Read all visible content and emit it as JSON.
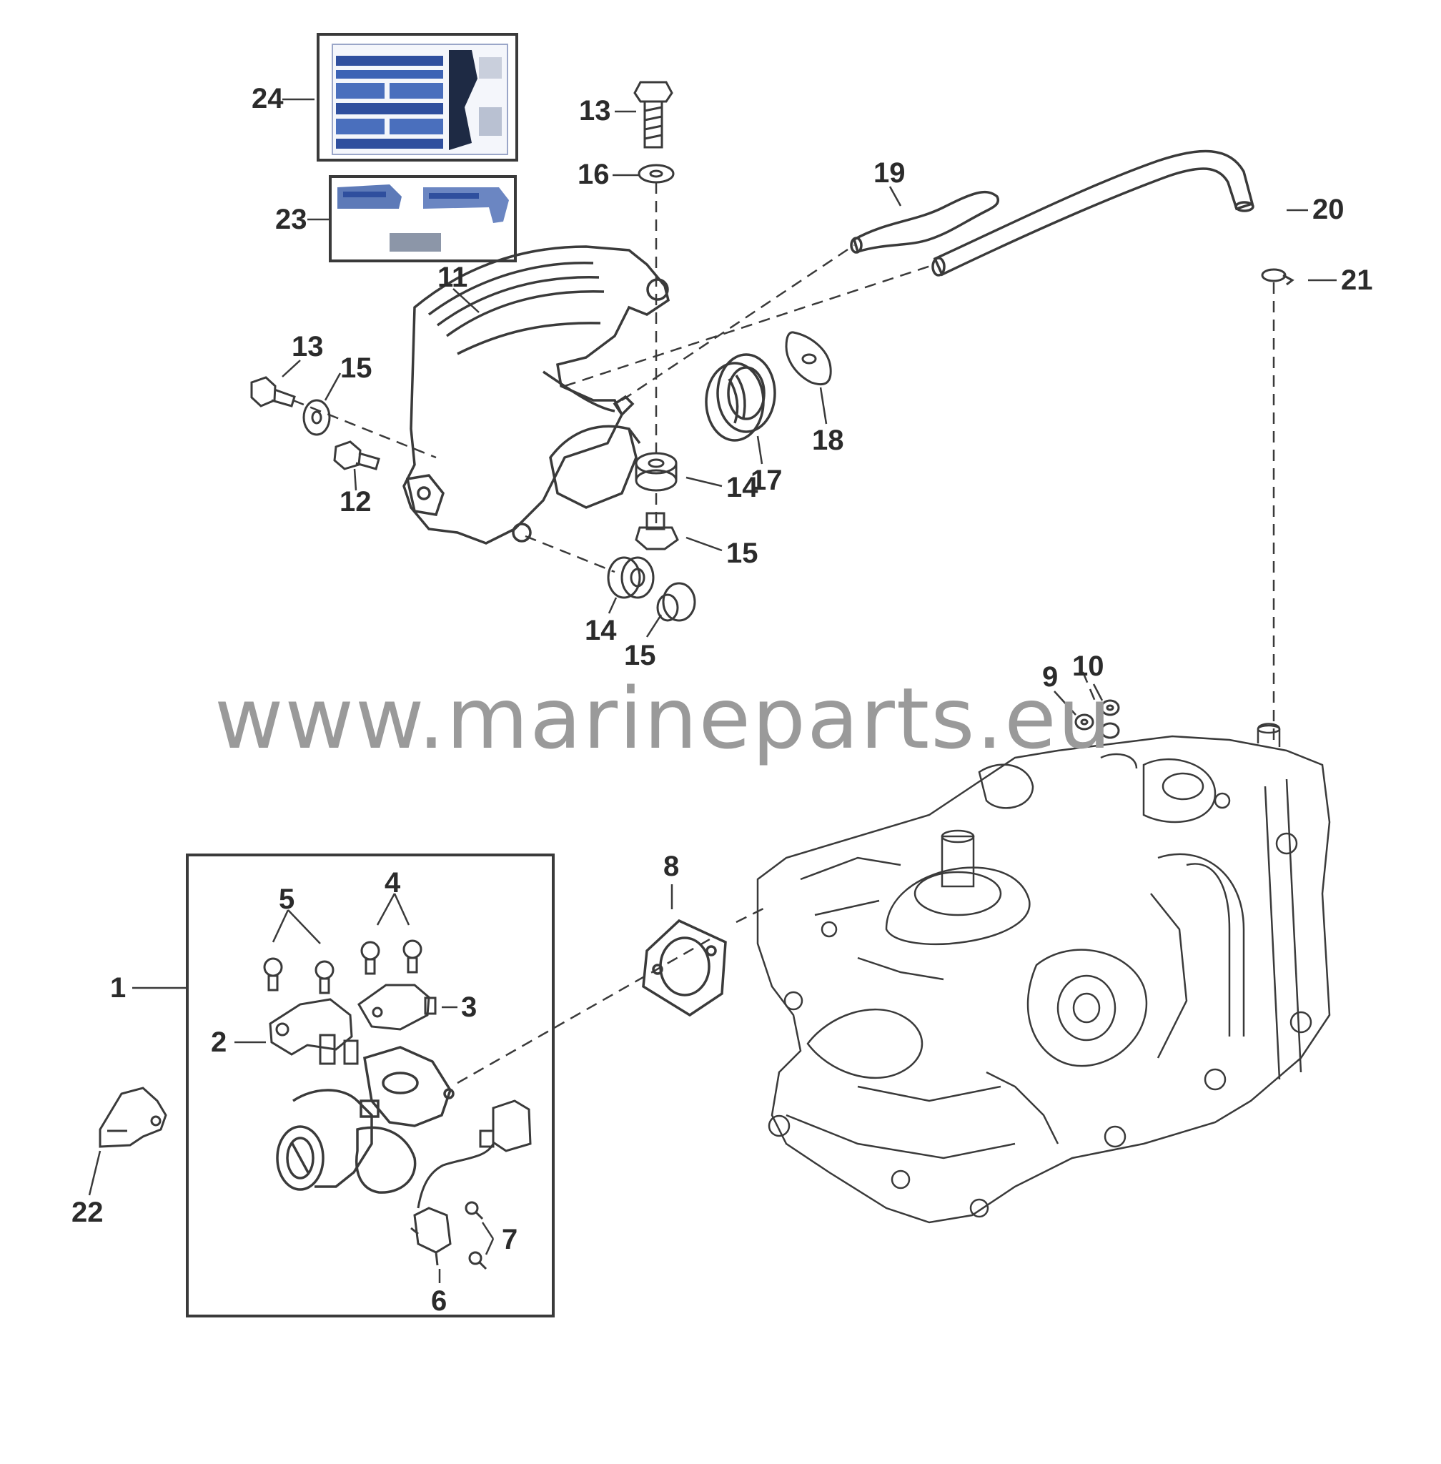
{
  "diagram": {
    "callouts": {
      "c1": "1",
      "c2": "2",
      "c3": "3",
      "c4": "4",
      "c5": "5",
      "c6": "6",
      "c7": "7",
      "c8": "8",
      "c9": "9",
      "c10": "10",
      "c11": "11",
      "c12": "12",
      "c13a": "13",
      "c13b": "13",
      "c14a": "14",
      "c14b": "14",
      "c15a": "15",
      "c15b": "15",
      "c15c": "15",
      "c16": "16",
      "c17": "17",
      "c18": "18",
      "c19": "19",
      "c20": "20",
      "c21": "21",
      "c22": "22",
      "c23": "23",
      "c24": "24"
    },
    "watermark": "www.marineparts.eu",
    "colors": {
      "line": "#3a3a3a",
      "label_blue": "#2f4f9e",
      "watermark": "#9a9a9a"
    }
  }
}
